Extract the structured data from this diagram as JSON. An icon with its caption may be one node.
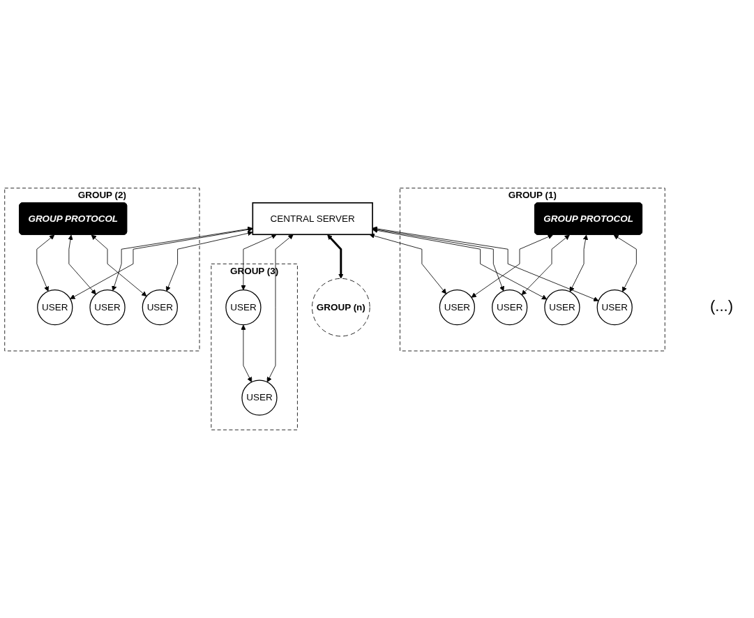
{
  "diagram": {
    "nodes": [
      {
        "text": [
          "CENTRAL SERVER"
        ]
      },
      {
        "text": [
          "GROUP (1)"
        ]
      },
      {
        "text": [
          "USER"
        ],
        "in": 1
      },
      {
        "text": [
          "USER"
        ],
        "in": 1
      },
      {
        "text": [
          "GROUP PROTOCOL"
        ],
        "in": 1
      },
      {
        "text": [
          "USER"
        ],
        "in": 1
      },
      {
        "text": [
          "USER"
        ],
        "in": 1
      },
      {
        "text": [
          "GROUP (n)"
        ]
      },
      {
        "text": [
          "GROUP (2)"
        ]
      },
      {
        "text": [
          "USER"
        ],
        "in": 8
      },
      {
        "text": [
          "GROUP (3)"
        ]
      },
      {
        "text": [
          "USER"
        ],
        "in": 10
      },
      {
        "text": [
          "USER"
        ],
        "in": 10
      },
      {
        "text": [
          "GROUP PROTOCOL"
        ],
        "in": 8
      },
      {
        "text": [
          "USER"
        ],
        "in": 8
      },
      {
        "text": [
          "USER"
        ],
        "in": 8
      }
    ],
    "edges": [
      {
        "from": 0,
        "to": 2,
        "arrow": "both"
      },
      {
        "from": 0,
        "to": 5,
        "arrow": "both"
      },
      {
        "from": 0,
        "to": 3,
        "arrow": "both"
      },
      {
        "from": 0,
        "to": 6,
        "arrow": "both"
      },
      {
        "from": 4,
        "to": 2,
        "arrow": "both"
      },
      {
        "from": 4,
        "to": 3,
        "arrow": "both"
      },
      {
        "from": 4,
        "to": 5,
        "arrow": "both"
      },
      {
        "from": 4,
        "to": 6,
        "arrow": "both"
      },
      {
        "from": 0,
        "to": 14,
        "arrow": "both"
      },
      {
        "from": 0,
        "to": 9,
        "arrow": "both"
      },
      {
        "from": 0,
        "to": 15,
        "arrow": "both"
      },
      {
        "from": 0,
        "to": 11,
        "arrow": "both"
      },
      {
        "from": 0,
        "to": 12,
        "arrow": "both"
      },
      {
        "from": 0,
        "to": 7,
        "arrow": "both",
        "style": "thick"
      },
      {
        "from": 13,
        "to": 9,
        "arrow": "both"
      },
      {
        "from": 13,
        "to": 14,
        "arrow": "both"
      },
      {
        "from": 13,
        "to": 15,
        "arrow": "both"
      },
      {
        "from": 11,
        "to": 12,
        "arrow": "both"
      }
    ],
    "labels": [
      "(...)"
    ]
  }
}
